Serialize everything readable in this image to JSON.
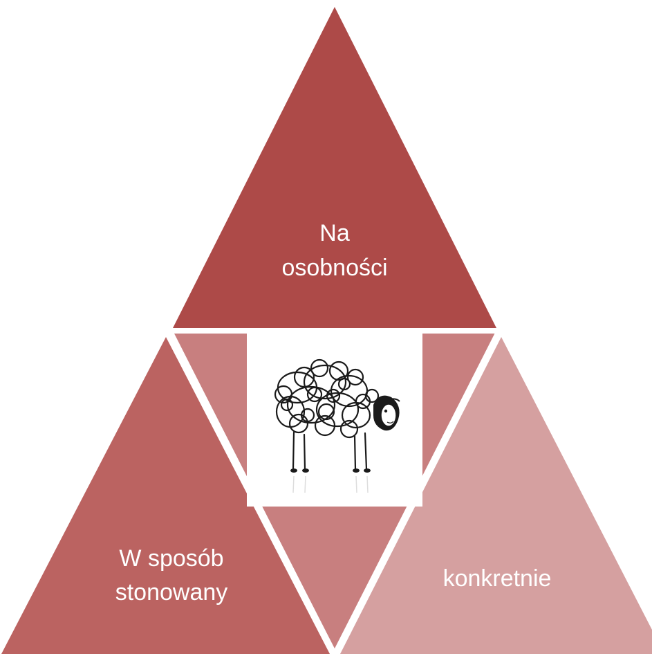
{
  "diagram": {
    "top_triangle": {
      "line1": "Na",
      "line2": "osobności"
    },
    "left_triangle": {
      "line1": "W sposób",
      "line2": "stonowany"
    },
    "right_triangle": {
      "label": "konkretnie"
    },
    "center_image": {
      "subject": "sketched black sheep with curly scribbled wool"
    }
  },
  "colors": {
    "top_triangle": "#ad4a48",
    "left_triangle": "#bb6361",
    "right_triangle": "#d5a0a0",
    "inner_triangles": "#c87f7f",
    "background": "#ffffff"
  }
}
